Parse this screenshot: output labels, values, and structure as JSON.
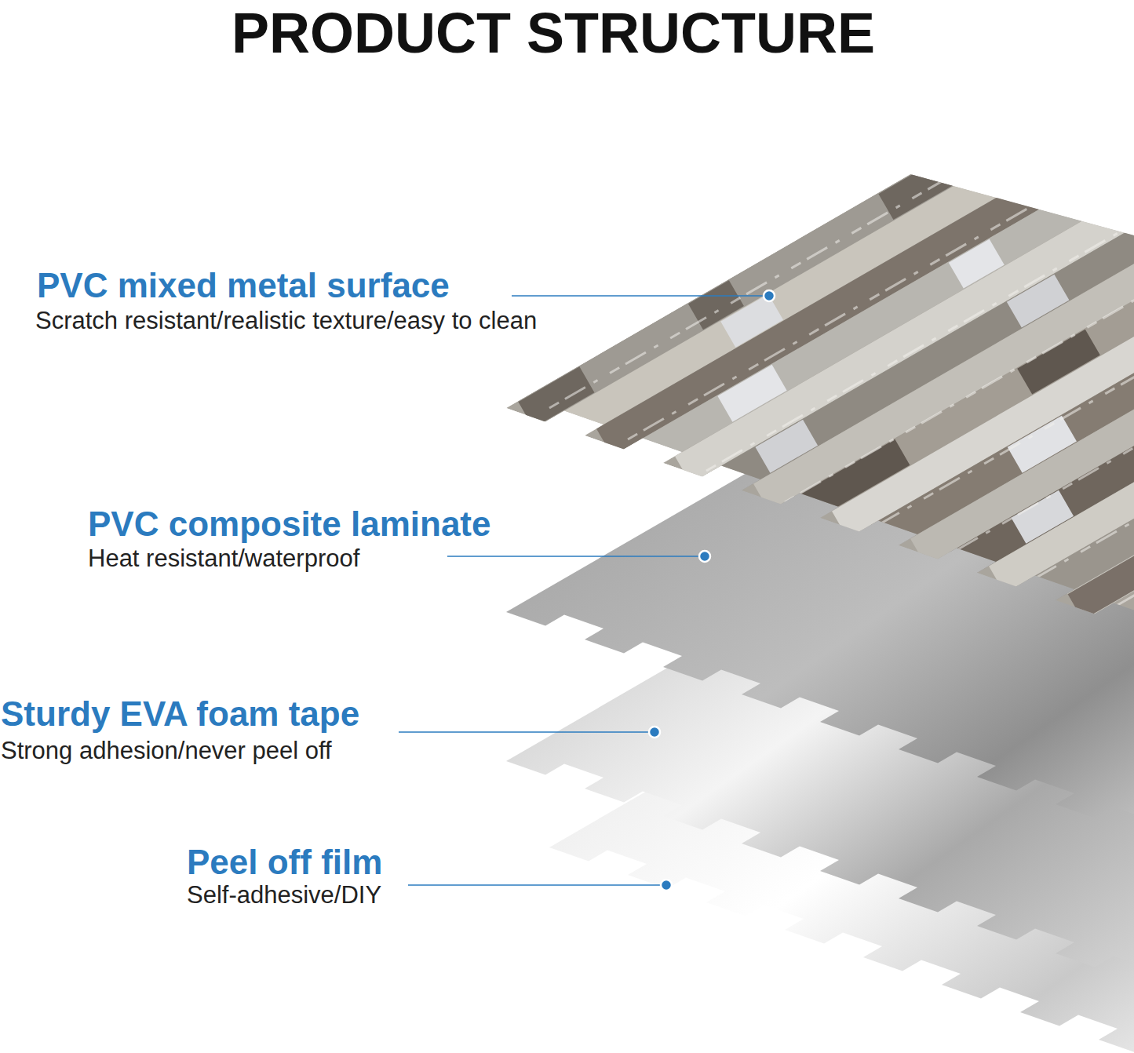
{
  "diagram": {
    "title": "PRODUCT STRUCTURE",
    "labels": [
      "PVC mixed metal surface",
      "Scratch resistant/realistic texture/easy to clean",
      "PVC composite laminate",
      "Heat resistant/waterproof",
      "Sturdy EVA foam tape",
      "Strong adhesion/never peel off",
      "Peel off film",
      "Self-adhesive/DIY"
    ]
  }
}
